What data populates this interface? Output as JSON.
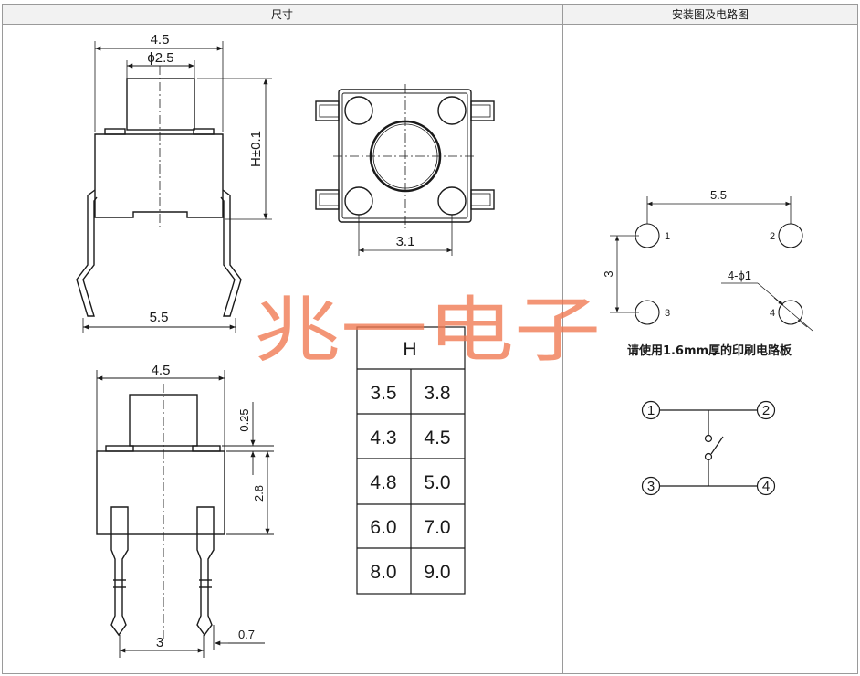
{
  "headers": {
    "dimensions": "尺寸",
    "mounting": "安装图及电路图"
  },
  "front_view": {
    "width": "4.5",
    "plunger_dia": "ϕ2.5",
    "height": "H±0.1",
    "pitch": "5.5"
  },
  "top_view": {
    "spacing": "3.1"
  },
  "side_view": {
    "width": "4.5",
    "gap": "0.25",
    "body_height": "2.8",
    "pitch": "3",
    "pin_width": "0.7"
  },
  "h_table": {
    "title": "H",
    "rows": [
      [
        "3.5",
        "3.8"
      ],
      [
        "4.3",
        "4.5"
      ],
      [
        "4.8",
        "5.0"
      ],
      [
        "6.0",
        "7.0"
      ],
      [
        "8.0",
        "9.0"
      ]
    ]
  },
  "pcb_layout": {
    "pitch_x": "5.5",
    "pitch_y": "3",
    "hole_label": "4-ϕ1",
    "pins": [
      "1",
      "2",
      "3",
      "4"
    ],
    "note": "请使用1.6mm厚的印刷电路板"
  },
  "circuit": {
    "terminals": [
      "1",
      "2",
      "3",
      "4"
    ]
  },
  "watermark": "兆一电子",
  "colors": {
    "line": "#1a1a1a",
    "watermark": "#f07850",
    "header_bg": "#f2f2f2"
  }
}
